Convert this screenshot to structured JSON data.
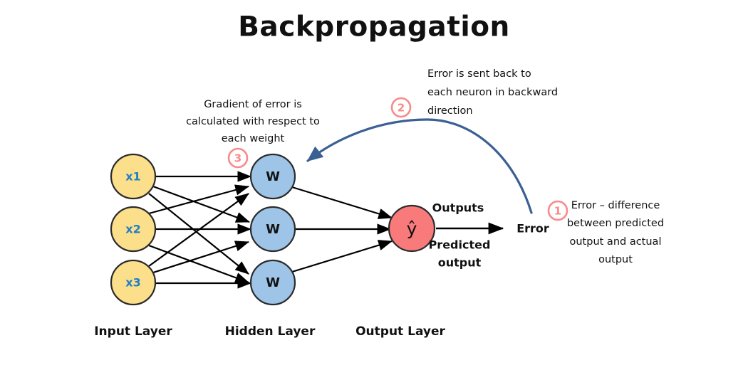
{
  "title": "Backpropagation",
  "colors": {
    "input_fill": "#FBDF8B",
    "input_text": "#1F7FC4",
    "hidden_fill": "#9EC5E8",
    "hidden_text": "#111111",
    "output_fill": "#F97A7A",
    "output_text": "#111111",
    "badge": "#F98A8A",
    "arrow": "#000000",
    "back_arrow": "#3B6094",
    "background": "#FFFFFF"
  },
  "network": {
    "input_layer": {
      "label": "Input Layer",
      "nodes": [
        {
          "label": "x1"
        },
        {
          "label": "x2"
        },
        {
          "label": "x3"
        }
      ]
    },
    "hidden_layer": {
      "label": "Hidden Layer",
      "nodes": [
        {
          "label": "W"
        },
        {
          "label": "W"
        },
        {
          "label": "W"
        }
      ]
    },
    "output_layer": {
      "label": "Output Layer",
      "nodes": [
        {
          "label": "ŷ"
        }
      ]
    },
    "error_node": {
      "label": "Error"
    }
  },
  "edge_labels": {
    "outputs": "Outputs",
    "predicted_line1": "Predicted",
    "predicted_line2": "output"
  },
  "annotations": [
    {
      "badge": "1",
      "lines": [
        "Error – difference",
        "between predicted",
        "output and actual",
        "output"
      ]
    },
    {
      "badge": "2",
      "lines": [
        "Error is sent back to",
        "each neuron in backward",
        "direction"
      ]
    },
    {
      "badge": "3",
      "lines": [
        "Gradient of error is",
        "calculated with respect to",
        "each weight"
      ]
    }
  ]
}
